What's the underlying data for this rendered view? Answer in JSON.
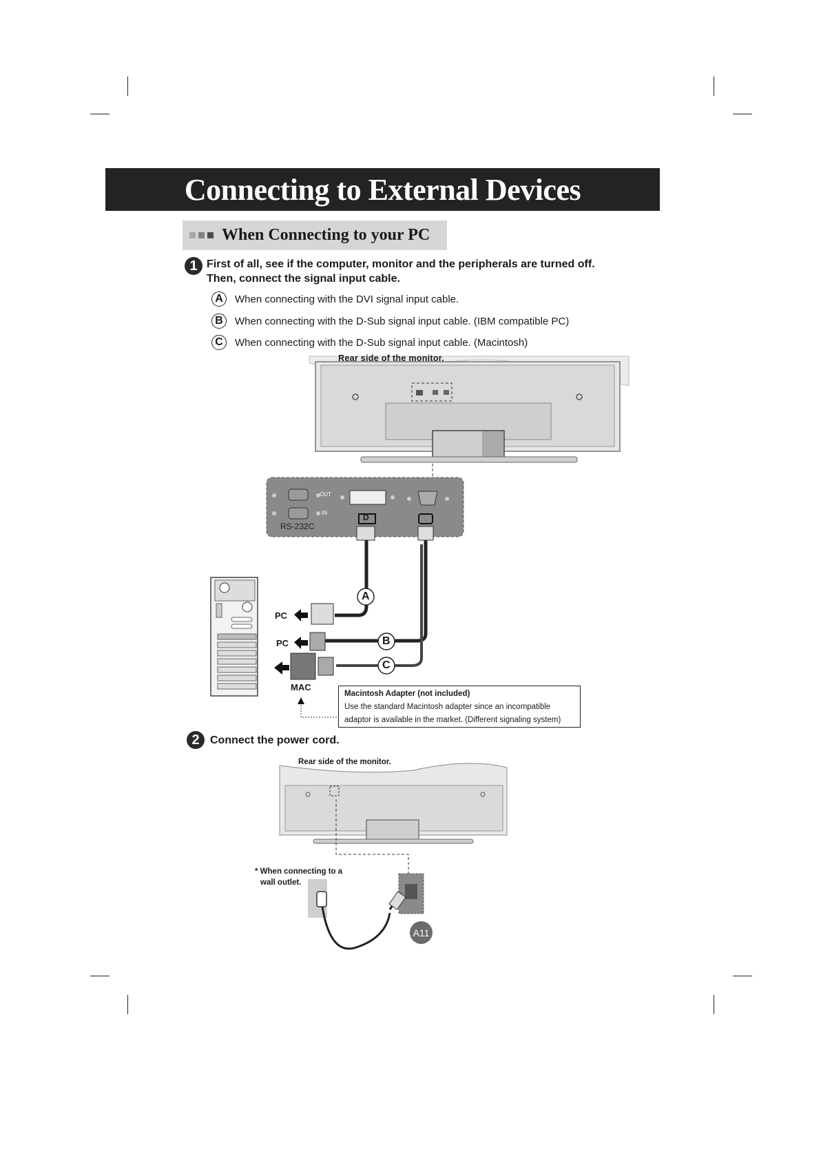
{
  "page": {
    "title": "Connecting to External Devices",
    "section_title": "When Connecting to your PC"
  },
  "step1": {
    "number": "1",
    "line1": "First of all, see if the computer, monitor and the peripherals are turned off.",
    "line2": "Then, connect the signal input cable.",
    "options": [
      {
        "letter": "A",
        "text": "When connecting with the DVI signal input cable."
      },
      {
        "letter": "B",
        "text": "When connecting with the D-Sub signal input cable. (IBM compatible PC)"
      },
      {
        "letter": "C",
        "text": "When connecting with the D-Sub signal input cable. (Macintosh)"
      }
    ]
  },
  "figure1": {
    "rear_label": "Rear side of the monitor.",
    "port_out": "OUT",
    "port_in": "IN",
    "rs232": "RS-232C",
    "dvi_symbol": "D",
    "callouts": [
      "A",
      "B",
      "C"
    ],
    "pc_label_1": "PC",
    "pc_label_2": "PC",
    "mac_label": "MAC",
    "note_title": "Macintosh Adapter (not included)",
    "note_line1": "Use the standard Macintosh adapter since an incompatible",
    "note_line2": "adaptor is available in the market. (Different signaling system)"
  },
  "step2": {
    "number": "2",
    "text": "Connect the power cord."
  },
  "figure2": {
    "rear_label": "Rear side of the monitor.",
    "wall_note_line1": "* When connecting to a",
    "wall_note_line2": "wall outlet."
  },
  "page_number": "A11",
  "colors": {
    "title_bg": "#232323",
    "section_bg": "#d6d6d6",
    "panel_bg": "#8a8a8a"
  }
}
